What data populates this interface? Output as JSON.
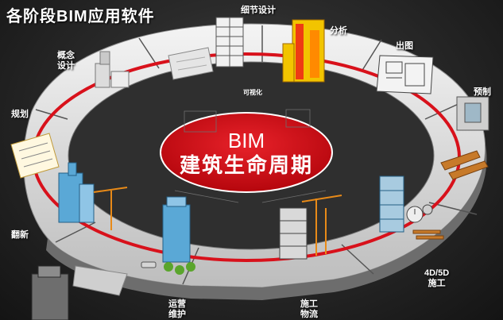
{
  "title": "各阶段BIM应用软件",
  "center": {
    "line1": "BIM",
    "line2": "建筑生命周期"
  },
  "stages": {
    "detail_design": "细节设计",
    "analysis": "分析",
    "concept_line1": "概念",
    "concept_line2": "设计",
    "drawing": "出图",
    "prefab": "预制",
    "planning": "规划",
    "renovation": "翻新",
    "construction_4d5d_line1": "4D/5D",
    "construction_4d5d_line2": "施工",
    "operation_line1": "运营",
    "operation_line2": "维护",
    "construction_line1": "施工",
    "construction_line2": "物流"
  },
  "ring_label": "可视化",
  "colors": {
    "ring_red": "#d8111b",
    "center_red": "#d30a12",
    "track_light": "#e9e9e9",
    "track_dark": "#9a9a9a",
    "building_blue": "#5aa8d6",
    "building_yellow": "#f2c400",
    "crane_orange": "#e88a18"
  },
  "icons": [
    "building-icon",
    "crane-icon",
    "stopwatch-icon",
    "checklist-icon",
    "blueprint-icon",
    "beam-icon",
    "tree-icon",
    "car-icon"
  ]
}
